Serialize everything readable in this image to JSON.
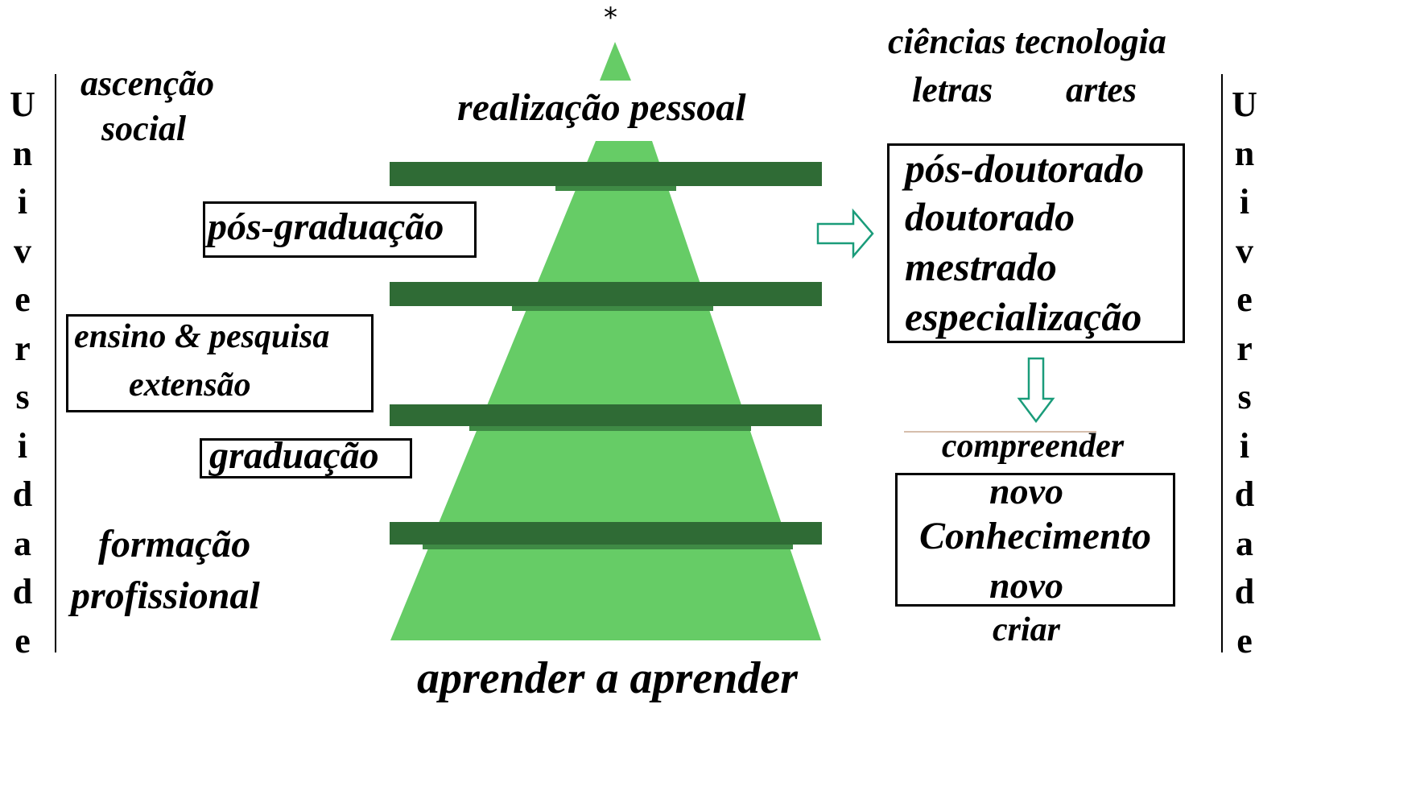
{
  "star": "*",
  "left_vertical": [
    "U",
    "n",
    "i",
    "v",
    "e",
    "r",
    "s",
    "i",
    "d",
    "a",
    "d",
    "e"
  ],
  "right_vertical": [
    "U",
    "n",
    "i",
    "v",
    "e",
    "r",
    "s",
    "i",
    "d",
    "a",
    "d",
    "e"
  ],
  "left_labels": {
    "ascencao": "ascenção",
    "social": "social",
    "pos_graduacao": "pós-graduação",
    "ensino_pesquisa": "ensino & pesquisa",
    "extensao": "extensão",
    "graduacao": "graduação",
    "formacao": "formação",
    "profissional": "profissional"
  },
  "top_label": "realização pessoal",
  "bottom_label": "aprender a aprender",
  "right_top": {
    "ciencias_tecnologia": "ciências tecnologia",
    "letras": "letras",
    "artes": "artes"
  },
  "degrees": [
    "pós-doutorado",
    "doutorado",
    "mestrado",
    "especialização"
  ],
  "knowledge": {
    "compreender": "compreender",
    "novo_top": "novo",
    "conhecimento": "Conhecimento",
    "novo_bottom": "novo",
    "criar": "criar"
  },
  "colors": {
    "pyramid_green": "#66cc66",
    "shelf_green": "#2f6b35",
    "arrow_teal": "#1a9c7a"
  }
}
